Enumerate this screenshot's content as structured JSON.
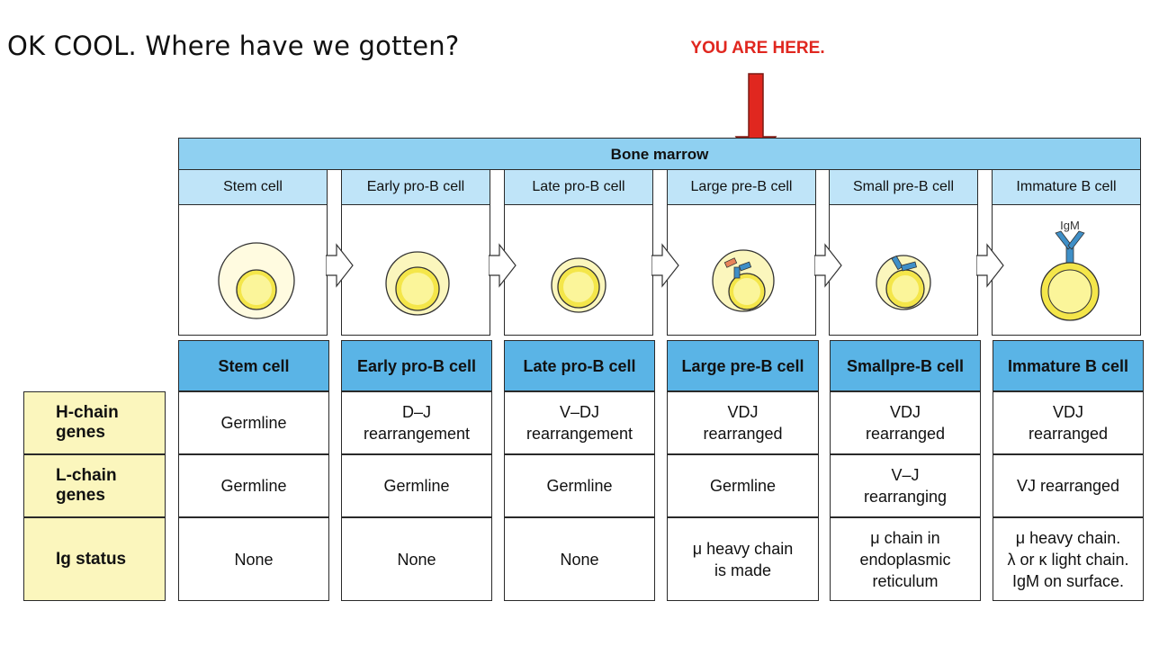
{
  "slide": {
    "title": "OK COOL. Where have we gotten?",
    "pointer_label": "YOU ARE HERE."
  },
  "diagram": {
    "region_label": "Bone marrow",
    "stages": [
      {
        "label": "Stem cell"
      },
      {
        "label": "Early pro-B cell"
      },
      {
        "label": "Late pro-B cell"
      },
      {
        "label": "Large pre-B cell"
      },
      {
        "label": "Small pre-B cell"
      },
      {
        "label": "Immature B cell",
        "antibody_label": "IgM"
      }
    ],
    "colors": {
      "region": "#8fd0f1",
      "stage_label": "#bfe4f8",
      "column_header": "#5ab4e6",
      "row_header": "#fbf6bd",
      "cytoplasm": "#fbf6bd",
      "nucleus": "#f4e64a",
      "receptor": "#3f8fc7",
      "pointer": "#e0271f"
    }
  },
  "table": {
    "columns": [
      "Stem cell",
      "Early pro-B cell",
      "Late pro-B cell",
      "Large pre-B cell",
      "Smallpre-B cell",
      "Immature B cell"
    ],
    "rows": [
      {
        "header": "H-chain genes",
        "cells": [
          "Germline",
          "D–J\nrearrangement",
          "V–DJ\nrearrangement",
          "VDJ\nrearranged",
          "VDJ\nrearranged",
          "VDJ\nrearranged"
        ]
      },
      {
        "header": "L-chain genes",
        "cells": [
          "Germline",
          "Germline",
          "Germline",
          "Germline",
          "V–J\nrearranging",
          "VJ rearranged"
        ]
      },
      {
        "header": "Ig status",
        "cells": [
          "None",
          "None",
          "None",
          "μ heavy chain\nis made",
          "μ chain in\nendoplasmic\nreticulum",
          "μ heavy chain.\nλ or κ light chain.\nIgM on surface."
        ]
      }
    ]
  }
}
